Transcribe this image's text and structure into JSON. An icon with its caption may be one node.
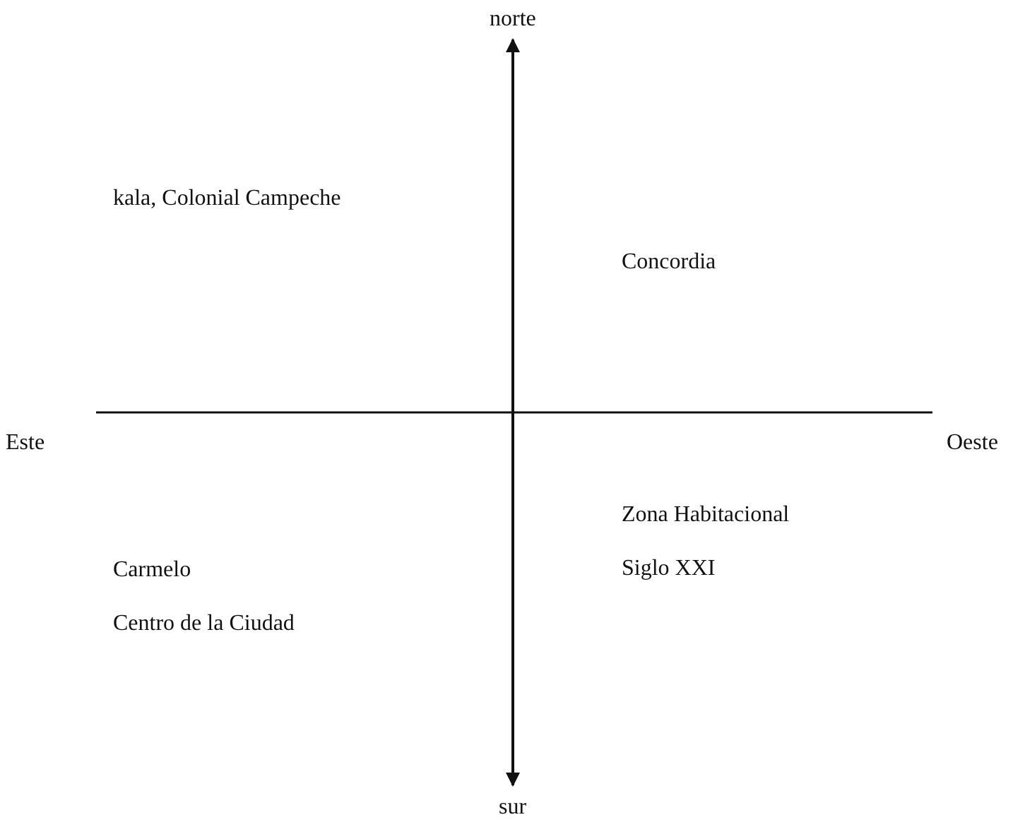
{
  "diagram": {
    "labels": [
      "norte",
      "kala, Colonial Campeche",
      "Concordia",
      "Este",
      "Oeste",
      "Zona Habitacional Siglo XXI",
      "Carmelo",
      "Centro de la Ciudad",
      "sur"
    ]
  }
}
